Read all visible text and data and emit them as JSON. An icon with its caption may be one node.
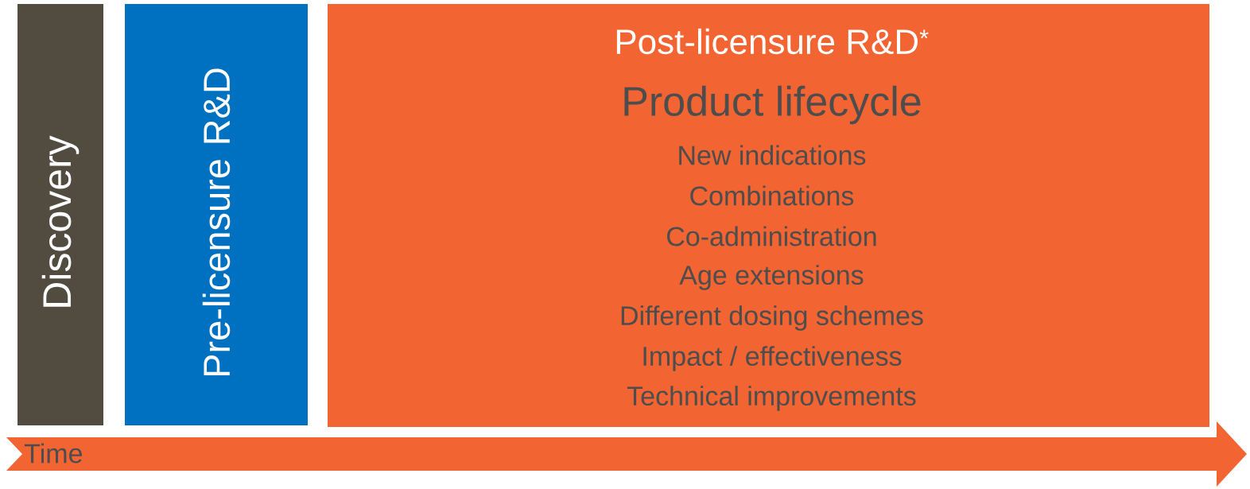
{
  "diagram": {
    "nodes": [
      {
        "text": [
          "Discovery"
        ]
      },
      {
        "text": [
          "Pre-licensure R&D"
        ]
      },
      {
        "text": [
          "Post-licensure R&D$^{*}$",
          "Product lifecycle",
          "New indications",
          "Combinations",
          "Co-administration",
          "Age extensions",
          "Different dosing schemes",
          "Impact / effectiveness",
          "Technical improvements"
        ]
      },
      {
        "text": [
          "Time"
        ]
      }
    ]
  }
}
